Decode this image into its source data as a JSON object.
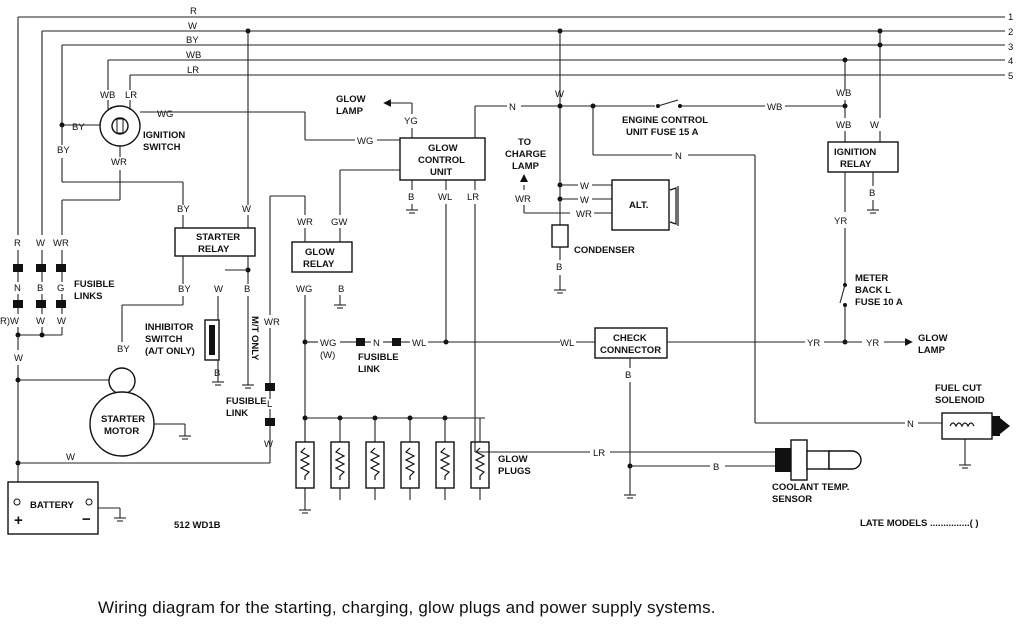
{
  "caption": "Wiring diagram for the starting, charging, glow plugs and power supply systems.",
  "code": "512  WD1B",
  "late_models": "LATE MODELS ...............(  )",
  "bus_numbers": [
    "1",
    "2",
    "3",
    "4",
    "5"
  ],
  "bus_colors": [
    "R",
    "W",
    "BY",
    "WB",
    "LR"
  ],
  "components": {
    "ignition_switch": [
      "IGNITION",
      "SWITCH"
    ],
    "starter_relay": [
      "STARTER",
      "RELAY"
    ],
    "glow_relay": [
      "GLOW",
      "RELAY"
    ],
    "glow_control_unit": [
      "GLOW",
      "CONTROL",
      "UNIT"
    ],
    "ignition_relay": [
      "IGNITION",
      "RELAY"
    ],
    "alternator": "ALT.",
    "condenser": "CONDENSER",
    "check_connector": [
      "CHECK",
      "CONNECTOR"
    ],
    "starter_motor": [
      "STARTER",
      "MOTOR"
    ],
    "battery": "BATTERY",
    "glow_plugs": [
      "GLOW",
      "PLUGS"
    ],
    "fuel_cut_solenoid": [
      "FUEL CUT",
      "SOLENOID"
    ],
    "coolant_temp_sensor": [
      "COOLANT TEMP.",
      "SENSOR"
    ],
    "inhibitor_switch": [
      "INHIBITOR",
      "SWITCH",
      "(A/T ONLY)"
    ],
    "fusible_links": [
      "FUSIBLE",
      "LINKS"
    ],
    "fusible_link_mid": [
      "FUSIBLE",
      "LINK"
    ],
    "fusible_link_left": [
      "FUSIBLE",
      "LINK"
    ],
    "engine_control_fuse": [
      "ENGINE CONTROL",
      "UNIT FUSE 15 A"
    ],
    "meter_back_fuse": [
      "METER",
      "BACK L",
      "FUSE 10 A"
    ],
    "glow_lamp_top": [
      "GLOW",
      "LAMP"
    ],
    "glow_lamp_right": [
      "GLOW",
      "LAMP"
    ],
    "to_charge_lamp": [
      "TO",
      "CHARGE",
      "LAMP"
    ],
    "mt_only": "M/T ONLY"
  },
  "wire_labels": [
    {
      "id": "w-r-top",
      "text": "R"
    },
    {
      "id": "w-w-top",
      "text": "W"
    },
    {
      "id": "w-by-top",
      "text": "BY"
    },
    {
      "id": "w-wb-top",
      "text": "WB"
    },
    {
      "id": "w-lr-top",
      "text": "LR"
    },
    {
      "id": "w-wb-sw",
      "text": "WB"
    },
    {
      "id": "w-lr-sw",
      "text": "LR"
    },
    {
      "id": "w-wg-sw",
      "text": "WG"
    },
    {
      "id": "w-by-sw",
      "text": "BY"
    },
    {
      "id": "w-wr-sw",
      "text": "WR"
    },
    {
      "id": "w-by-left",
      "text": "BY"
    },
    {
      "id": "w-wg-gcu",
      "text": "WG"
    },
    {
      "id": "w-yg",
      "text": "YG"
    },
    {
      "id": "w-b-gcu",
      "text": "B"
    },
    {
      "id": "w-wl-gcu",
      "text": "WL"
    },
    {
      "id": "w-lr-gcu",
      "text": "LR"
    },
    {
      "id": "w-n-top",
      "text": "N"
    },
    {
      "id": "w-w-alt",
      "text": "W"
    },
    {
      "id": "w-wb-fuse",
      "text": "WB"
    },
    {
      "id": "w-wb-ir1",
      "text": "WB"
    },
    {
      "id": "w-wb-ir2",
      "text": "WB"
    },
    {
      "id": "w-w-ir",
      "text": "W"
    },
    {
      "id": "w-n-mid",
      "text": "N"
    },
    {
      "id": "w-b-ir",
      "text": "B"
    },
    {
      "id": "w-yr-ir",
      "text": "YR"
    },
    {
      "id": "w-by-sr",
      "text": "BY"
    },
    {
      "id": "w-w-sr",
      "text": "W"
    },
    {
      "id": "w-wr-gr",
      "text": "WR"
    },
    {
      "id": "w-gw-gr",
      "text": "GW"
    },
    {
      "id": "w-wg-gr",
      "text": "WG"
    },
    {
      "id": "w-b-gr",
      "text": "B"
    },
    {
      "id": "w-by-sr2",
      "text": "BY"
    },
    {
      "id": "w-w-sr2",
      "text": "W"
    },
    {
      "id": "w-b-sr2",
      "text": "B"
    },
    {
      "id": "w-by-inh",
      "text": "BY"
    },
    {
      "id": "w-b-inh",
      "text": "B"
    },
    {
      "id": "w-wr-fl",
      "text": "WR"
    },
    {
      "id": "w-l-fl",
      "text": "L"
    },
    {
      "id": "w-wg-w",
      "text": "WG"
    },
    {
      "id": "w-w-paren",
      "text": "(W)"
    },
    {
      "id": "w-n-fl",
      "text": "N"
    },
    {
      "id": "w-wl-fl",
      "text": "WL"
    },
    {
      "id": "w-wl-cc",
      "text": "WL"
    },
    {
      "id": "w-b-cc",
      "text": "B"
    },
    {
      "id": "w-yr-cc",
      "text": "YR"
    },
    {
      "id": "w-yr-lamp",
      "text": "YR"
    },
    {
      "id": "w-wr-charge",
      "text": "WR"
    },
    {
      "id": "w-w-a1",
      "text": "W"
    },
    {
      "id": "w-w-a2",
      "text": "W"
    },
    {
      "id": "w-wr-a3",
      "text": "WR"
    },
    {
      "id": "w-b-cond",
      "text": "B"
    },
    {
      "id": "w-n-fcs",
      "text": "N"
    },
    {
      "id": "w-lr-cts",
      "text": "LR"
    },
    {
      "id": "w-b-cts",
      "text": "B"
    },
    {
      "id": "w-w-bat",
      "text": "W"
    },
    {
      "id": "w-w-sm",
      "text": "W"
    },
    {
      "id": "w-r-fl",
      "text": "R"
    },
    {
      "id": "w-w-fl",
      "text": "W"
    },
    {
      "id": "w-wr-fl2",
      "text": "WR"
    },
    {
      "id": "w-n-fl2",
      "text": "N"
    },
    {
      "id": "w-b-fl2",
      "text": "B"
    },
    {
      "id": "w-g-fl2",
      "text": "G"
    },
    {
      "id": "w-rw-fl",
      "text": "R)W"
    },
    {
      "id": "w-w-fl3",
      "text": "W"
    },
    {
      "id": "w-w-fl4",
      "text": "W"
    },
    {
      "id": "w-w-down",
      "text": "W"
    }
  ]
}
